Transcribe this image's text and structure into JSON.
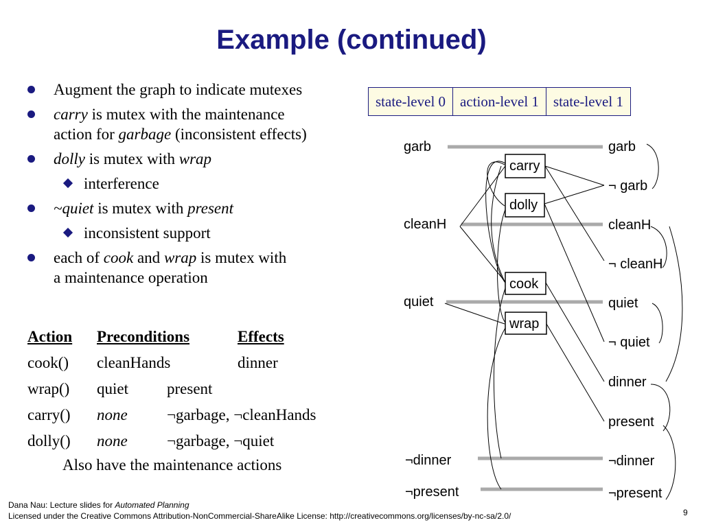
{
  "title": "Example (continued)",
  "bullets": {
    "b1": "Augment the graph to indicate mutexes",
    "b2_i": "carry",
    "b2_a": " is mutex with the maintenance",
    "b2_b": "action for ",
    "b2_i2": "garbage",
    "b2_c": " (inconsistent effects)",
    "b3_i": "dolly",
    "b3_a": " is mutex with ",
    "b3_i2": "wrap",
    "b3_sub": "interference",
    "b4_i": "~quiet",
    "b4_a": " is mutex with ",
    "b4_i2": "present",
    "b4_sub": "inconsistent support",
    "b5_a": "each of ",
    "b5_i": "cook",
    "b5_b": " and ",
    "b5_i2": "wrap",
    "b5_c": " is mutex with",
    "b5_d": "a maintenance operation"
  },
  "table": {
    "headers": [
      "Action",
      "Preconditions",
      "Effects"
    ],
    "rows": [
      [
        "cook()",
        "cleanHands",
        "dinner"
      ],
      [
        "wrap()",
        "quiet",
        "present"
      ],
      [
        "carry()",
        "none",
        "¬garbage, ¬cleanHands"
      ],
      [
        "dolly()",
        "none",
        "¬garbage, ¬quiet"
      ]
    ],
    "note": "Also have the maintenance actions"
  },
  "levels": [
    "state-level 0",
    "action-level 1",
    "state-level 1"
  ],
  "graph": {
    "left_props": [
      "garb",
      "cleanH",
      "quiet",
      "¬dinner",
      "¬present"
    ],
    "actions": [
      "carry",
      "dolly",
      "cook",
      "wrap"
    ],
    "right_props": [
      "garb",
      "¬ garb",
      "cleanH",
      "¬ cleanH",
      "quiet",
      "¬ quiet",
      "dinner",
      "present",
      "¬dinner",
      "¬present"
    ]
  },
  "footer": {
    "line1_a": "Dana Nau: Lecture slides for ",
    "line1_i": "Automated Planning",
    "line2": "Licensed under the Creative Commons Attribution-NonCommercial-ShareAlike License: http://creativecommons.org/licenses/by-nc-sa/2.0/"
  },
  "page_number": "9",
  "colors": {
    "title": "#1a1a80",
    "bullet": "#1a1a80",
    "level_box_bg": "#fdfbe3",
    "maintenance_line": "#aaaaaa"
  }
}
